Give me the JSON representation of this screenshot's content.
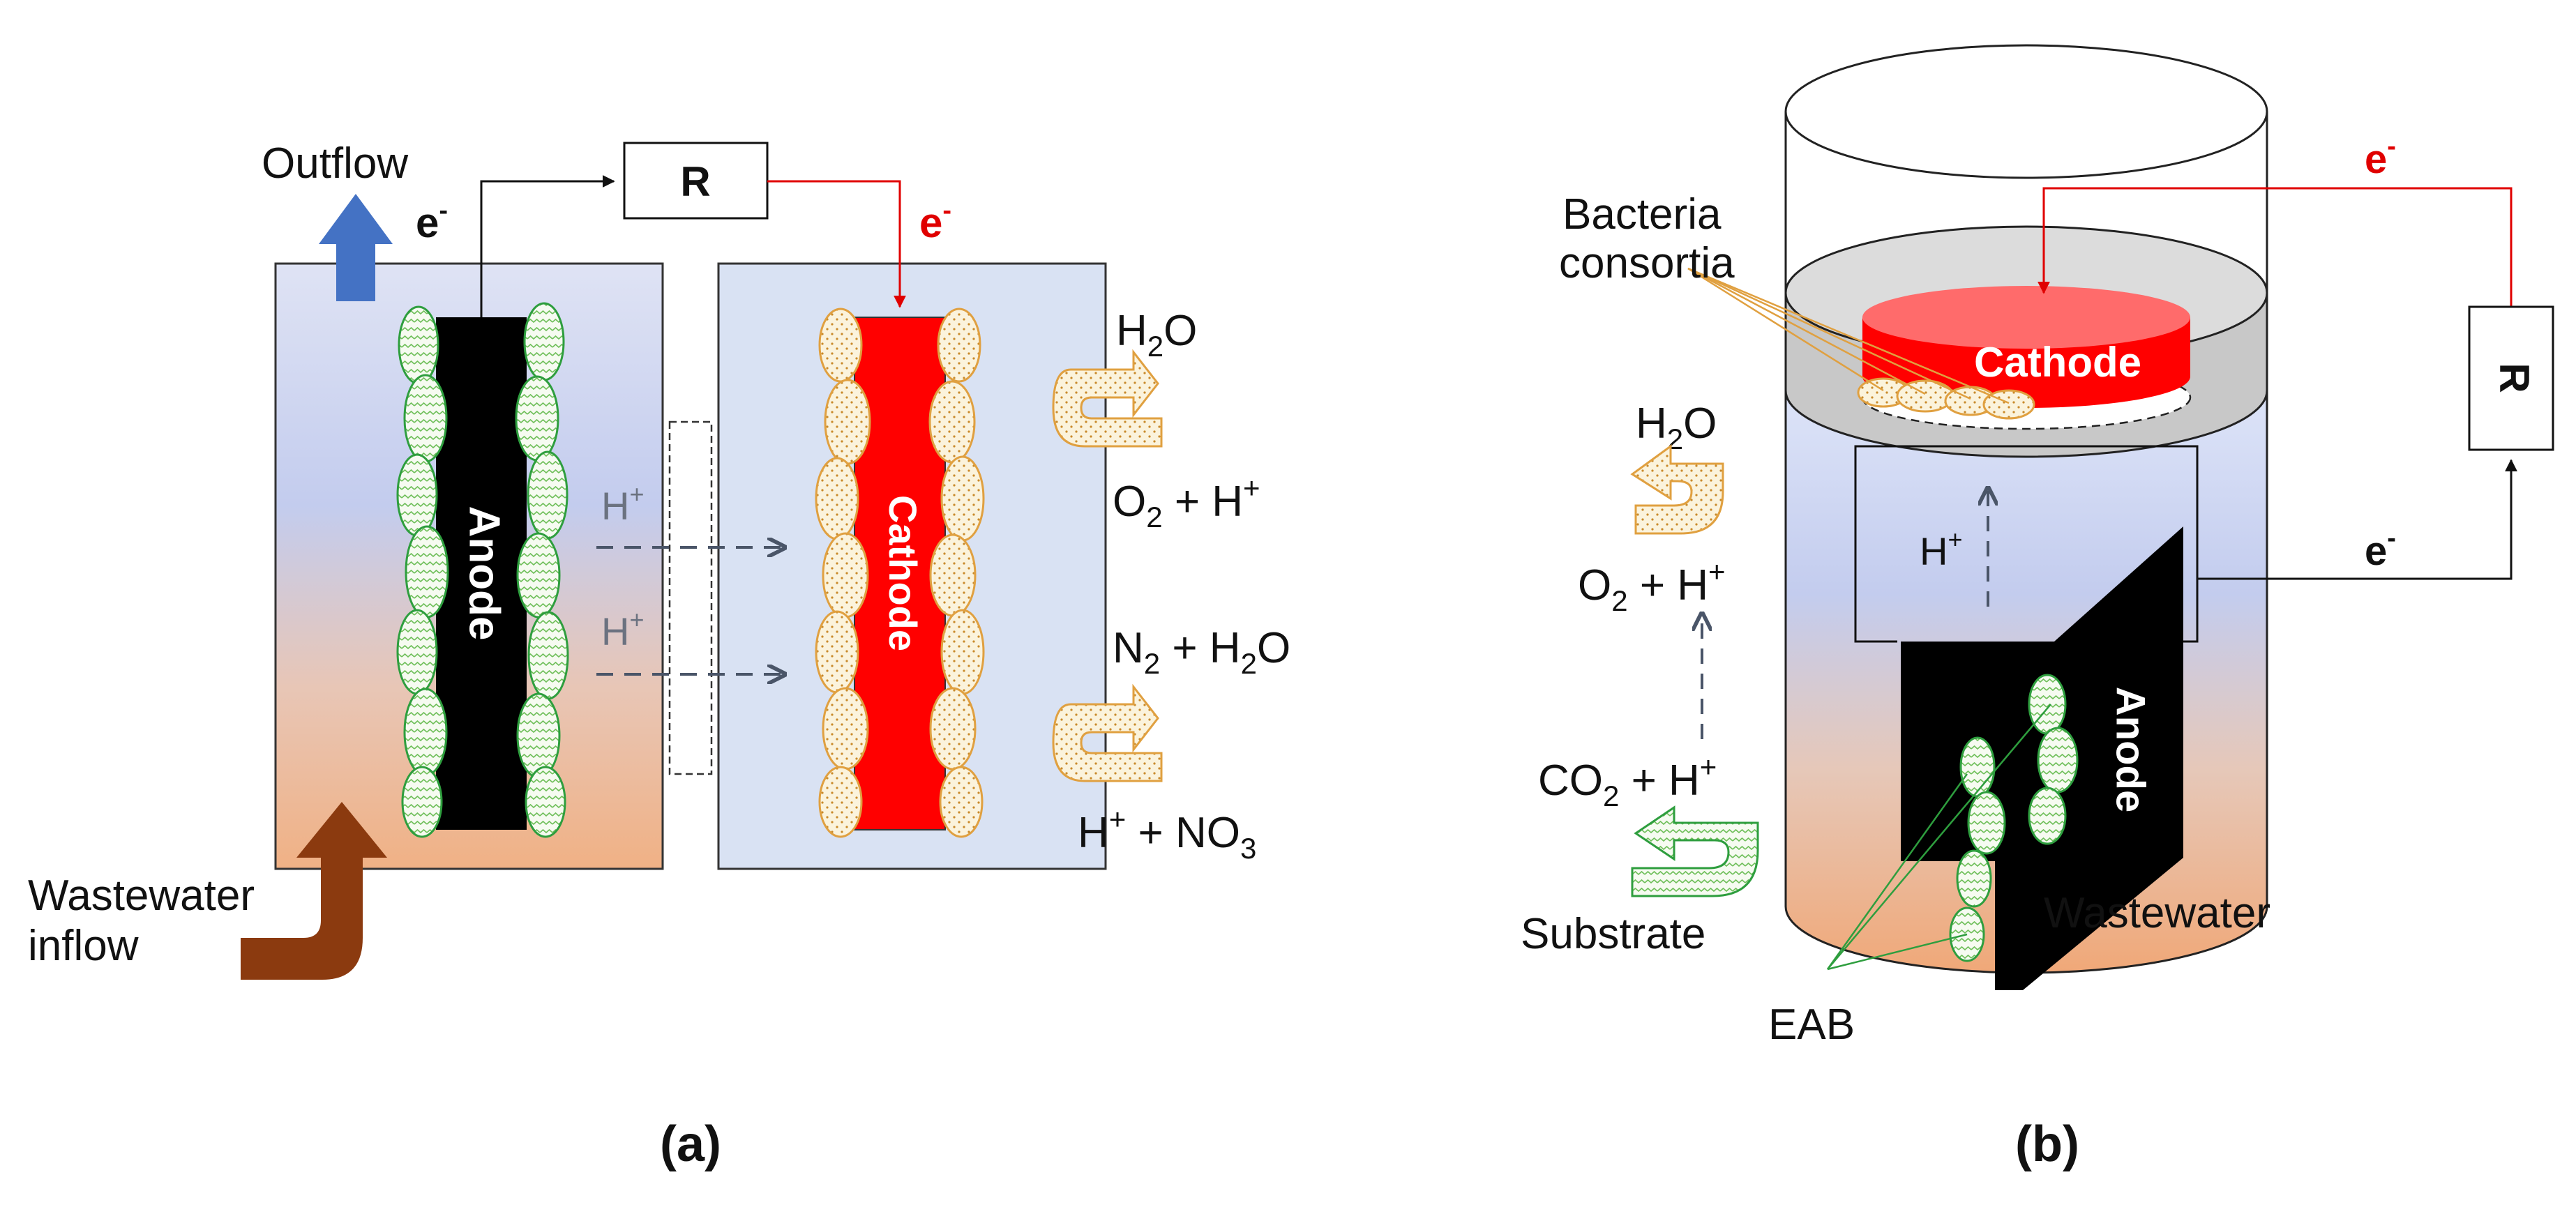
{
  "panel_a": {
    "caption": "(a)",
    "outflow": "Outflow",
    "wastewater_inflow_1": "Wastewater",
    "wastewater_inflow_2": "inflow",
    "electron_left": "e",
    "electron_right": "e",
    "electron_sup": "-",
    "resistor": "R",
    "anode": "Anode",
    "cathode": "Cathode",
    "proton": "H",
    "proton_sup": "+",
    "h2o_main": "H",
    "h2o_sub": "2",
    "h2o_tail": "O",
    "o2_main": "O",
    "o2_sub": "2",
    "o2_tail": " + H",
    "o2_sup": "+",
    "n2_main": "N",
    "n2_sub": "2",
    "n2_mid": " + H",
    "n2_sub2": "2",
    "n2_tail": "O",
    "no3_main": "H",
    "no3_sup": "+",
    "no3_tail": " + NO",
    "no3_sub": "3"
  },
  "panel_b": {
    "caption": "(b)",
    "bacteria_1": "Bacteria",
    "bacteria_2": "consortia",
    "cathode": "Cathode",
    "anode": "Anode",
    "resistor": "R",
    "electron": "e",
    "electron_sup": "-",
    "proton": "H",
    "proton_sup": "+",
    "h2o_main": "H",
    "h2o_sub": "2",
    "h2o_tail": "O",
    "o2_main": "O",
    "o2_sub": "2",
    "o2_tail": " + H",
    "o2_sup": "+",
    "co2_main": "CO",
    "co2_sub": "2",
    "co2_tail": " + H",
    "co2_sup": "+",
    "substrate": "Substrate",
    "wastewater": "Wastewater",
    "eab": "EAB"
  },
  "colors": {
    "anode": "#000000",
    "cathode": "#ff0000",
    "cathode_b": "#ff6666",
    "water_top": "#c9d4f2",
    "water_bottom": "#f0b488",
    "outflow_arrow": "#4472c4",
    "inflow_arrow": "#8b3a0f",
    "electron_red": "#e00000",
    "biofilm_green": "#2e9e3e",
    "biofilm_orange": "#e0a040"
  }
}
